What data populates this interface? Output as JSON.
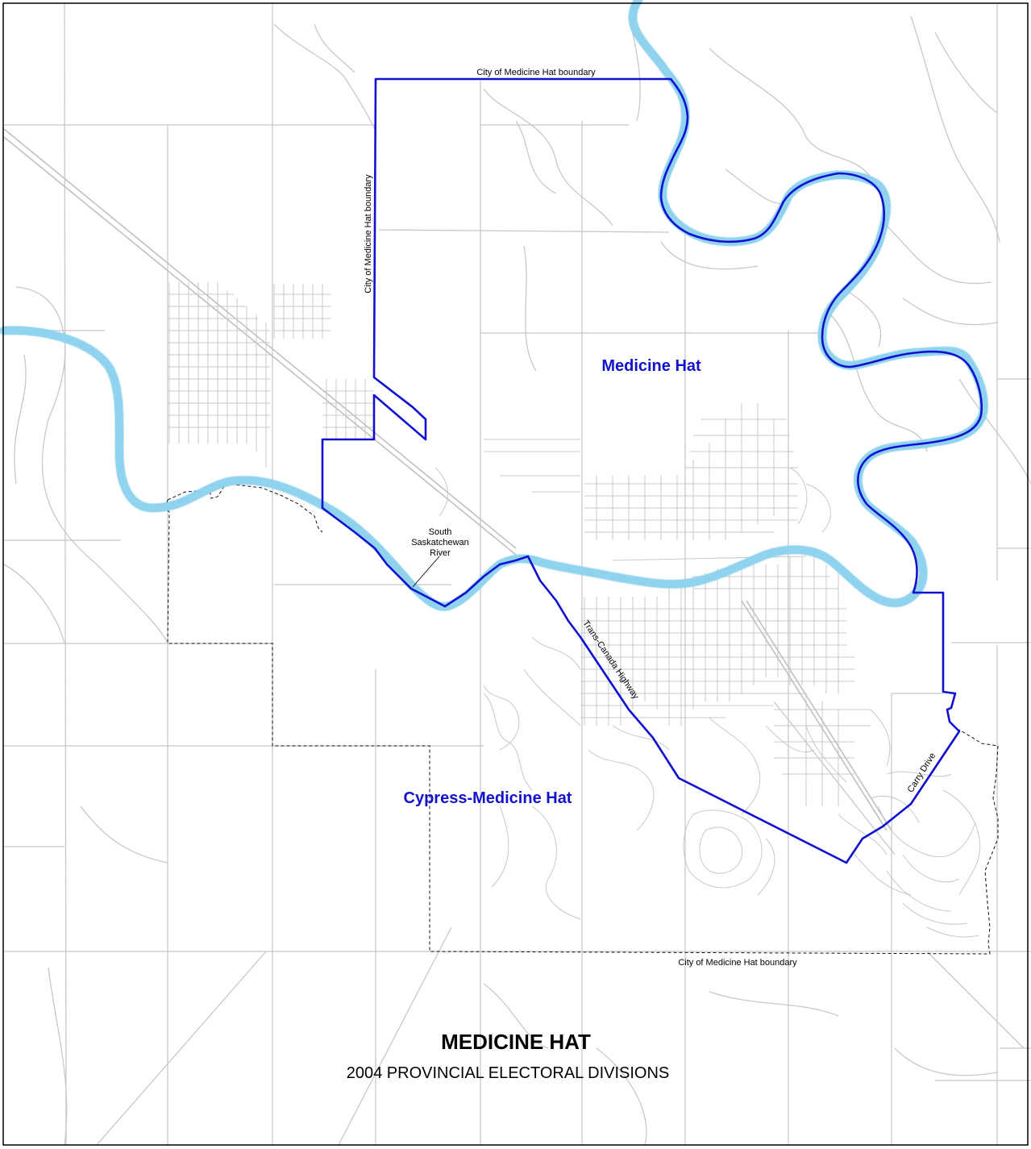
{
  "map": {
    "title": "MEDICINE HAT",
    "subtitle": "2004 PROVINCIAL ELECTORAL DIVISIONS",
    "divisions": {
      "north": "Medicine Hat",
      "south": "Cypress-Medicine Hat"
    },
    "labels": {
      "boundary_top": "City of Medicine Hat boundary",
      "boundary_vertical": "City of Medicine Hat boundary",
      "boundary_bottom": "City of Medicine Hat boundary",
      "river_line1": "South",
      "river_line2": "Saskatchewan",
      "river_line3": "River",
      "highway": "Trans-Canada Highway",
      "drive": "Carry Drive"
    },
    "colors": {
      "division_boundary": "#1010d0",
      "division_label": "#1212cc",
      "river": "#8fd3ef",
      "roads": "#c8c8c8",
      "city_boundary": "#111111"
    }
  }
}
